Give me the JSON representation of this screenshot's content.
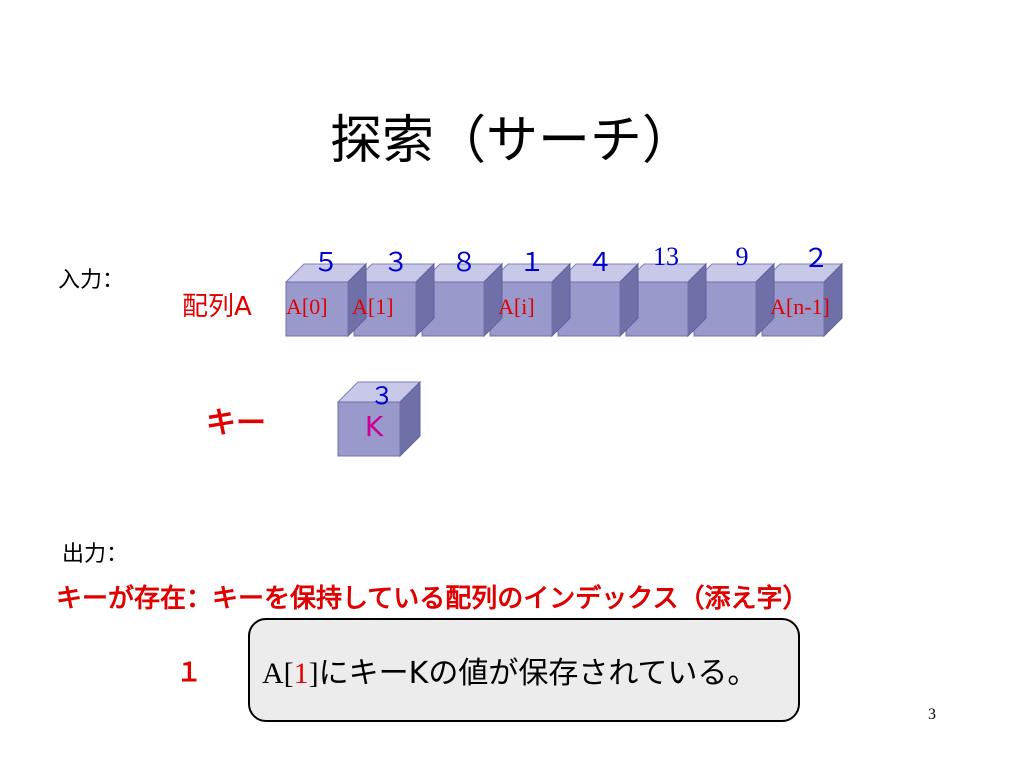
{
  "slide": {
    "title": "探索（サーチ）",
    "input_label": "入力：",
    "array_label": "配列A",
    "key_label": "キー",
    "output_label": "出力：",
    "output_desc": "キーが存在：キーを保持している配列のインデックス（添え字）",
    "answer": "１",
    "callout": {
      "prefix": "A[",
      "index": "1",
      "suffix_bracket": "]",
      "rest": "にキーKの値が保存されている。"
    },
    "page_number": "3"
  },
  "array": {
    "values": [
      "５",
      "３",
      "８",
      "１",
      "４",
      "13",
      "9",
      "２"
    ],
    "index_labels": [
      "A[0]",
      "A[1]",
      "",
      "A[i]",
      "",
      "",
      "A[n-1]"
    ]
  },
  "key_box": {
    "value": "３",
    "letter": "K"
  },
  "colors": {
    "cube_front": "#9999cc",
    "cube_top": "#c8c8e8",
    "cube_side": "#7070a8",
    "red": "#e00000",
    "blue": "#0000cc",
    "magenta": "#cc0099"
  }
}
